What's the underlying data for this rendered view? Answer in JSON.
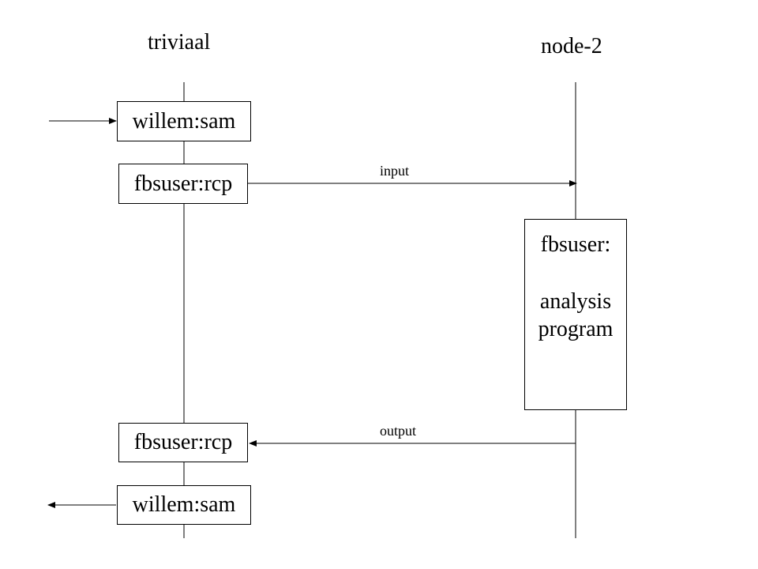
{
  "lifelines": {
    "left": {
      "title": "triviaal"
    },
    "right": {
      "title": "node-2"
    }
  },
  "activations": {
    "willem_top": "willem:sam",
    "fbsuser_rcp_top": "fbsuser:rcp",
    "fbsuser_rcp_bottom": "fbsuser:rcp",
    "willem_bottom": "willem:sam",
    "analysis": {
      "line1": "fbsuser:",
      "line2": "analysis",
      "line3": "program"
    }
  },
  "messages": {
    "input": "input",
    "output": "output"
  }
}
